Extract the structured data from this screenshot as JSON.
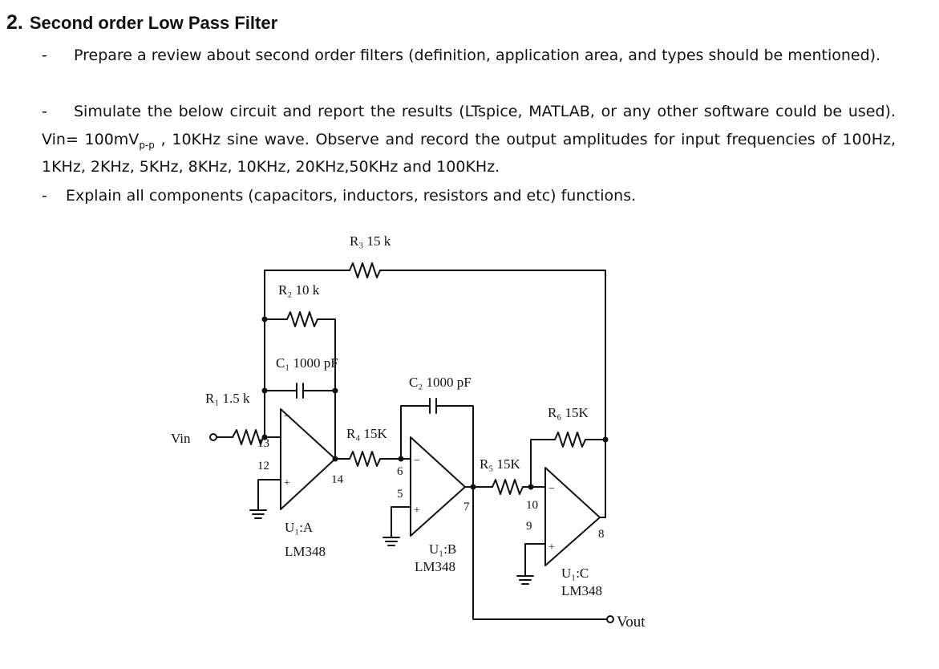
{
  "heading": {
    "number": "2.",
    "title": "Second order Low Pass Filter"
  },
  "tasks": [
    {
      "bullet": "-",
      "text": "Prepare a review about second order filters (definition, application area, and types should be mentioned)."
    },
    {
      "bullet": "-",
      "text_before_sub": "Simulate the below circuit and report the results (LTspice, MATLAB, or any other software could be used). Vin= 100mV",
      "sub": "p-p",
      "text_after_sub": " , 10KHz sine wave. Observe and record the output amplitudes for input frequencies of 100Hz, 1KHz, 2KHz, 5KHz, 8KHz, 10KHz, 20KHz,50KHz and 100KHz."
    },
    {
      "bullet": "-",
      "text": "Explain all components (capacitors, inductors, resistors and etc) functions."
    }
  ],
  "circuit": {
    "input_label": "Vin",
    "output_label": "Vout",
    "components": {
      "r1": "R₁ 1.5 k",
      "r2": "R₂ 10 k",
      "r3": "R₃ 15 k",
      "r4": "R₄ 15K",
      "r5": "R₅ 15K",
      "r6": "R₆ 15K",
      "c1": "C₁ 1000 pF",
      "c2": "C₂ 1000 pF"
    },
    "opamps": {
      "a": {
        "name": "U₁:A",
        "part": "LM348",
        "pins": [
          "13",
          "12",
          "14"
        ]
      },
      "b": {
        "name": "U₁:B",
        "part": "LM348",
        "pins": [
          "6",
          "5",
          "7"
        ]
      },
      "c": {
        "name": "U₁:C",
        "part": "LM348",
        "pins": [
          "10",
          "9",
          "8"
        ]
      }
    }
  }
}
